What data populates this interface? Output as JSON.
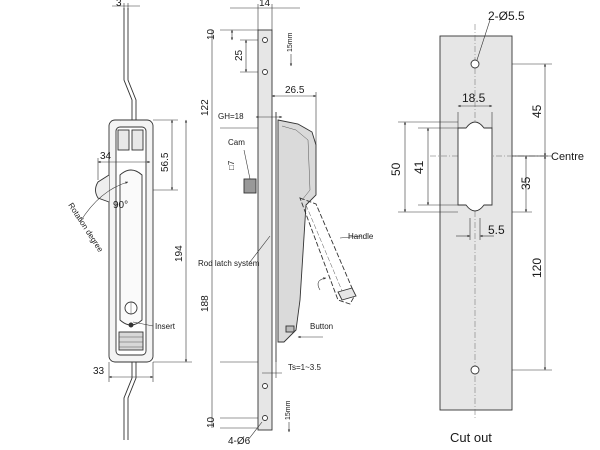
{
  "front_view": {
    "dim_width_top": "3",
    "dim_34": "34",
    "dim_56_5": "56.5",
    "dim_194": "194",
    "dim_33": "33",
    "rotation_angle": "90°",
    "rotation_label": "Rotation degree",
    "insert_label": "Insert"
  },
  "side_view": {
    "dim_14": "14",
    "dim_10_top": "10",
    "dim_25": "25",
    "dim_15mm_top": "15mm",
    "dim_122": "122",
    "dim_26_5": "26.5",
    "gh_label": "GH=18",
    "cam_label": "Cam",
    "square_label": "□7",
    "handle_label": "Handle",
    "rod_latch_label": "Rod latch system",
    "dim_188": "188",
    "button_label": "Button",
    "ts_label": "Ts=1~3.5",
    "dim_10_bottom": "10",
    "hole_label": "4-Ø6",
    "dim_15mm_bottom": "15mm"
  },
  "cutout_view": {
    "holes_label": "2-Ø5.5",
    "dim_18_5": "18.5",
    "dim_45": "45",
    "dim_50": "50",
    "dim_41": "41",
    "centre_label": "Centre",
    "dim_35": "35",
    "dim_5_5": "5.5",
    "dim_120": "120",
    "title": "Cut out"
  },
  "colors": {
    "plate_fill": "#e6e6e6",
    "body_fill": "#d9d9d9",
    "line": "#333333"
  }
}
